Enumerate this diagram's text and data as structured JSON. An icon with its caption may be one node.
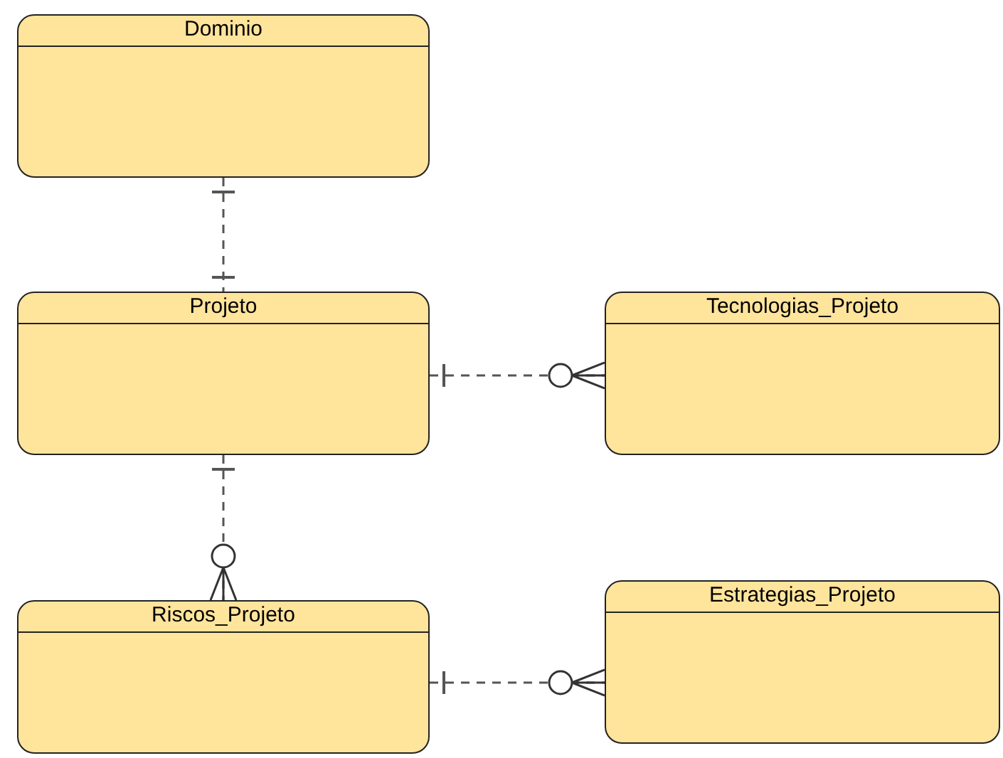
{
  "diagram": {
    "nodes": [
      {
        "text": [
          "Dominio"
        ]
      },
      {
        "text": [
          "Projeto"
        ]
      },
      {
        "text": [
          "Tecnologias_Projeto"
        ]
      },
      {
        "text": [
          "Riscos_Projeto"
        ]
      },
      {
        "text": [
          "Estrategias_Projeto"
        ]
      }
    ],
    "edges": [
      {
        "from": 0,
        "to": 1,
        "arrow": "other",
        "style": "dashed"
      },
      {
        "from": 1,
        "to": 2,
        "arrow": "other",
        "style": "dashed"
      },
      {
        "from": 1,
        "to": 3,
        "arrow": "other",
        "style": "dashed"
      },
      {
        "from": 3,
        "to": 4,
        "arrow": "other",
        "style": "dashed"
      }
    ]
  }
}
